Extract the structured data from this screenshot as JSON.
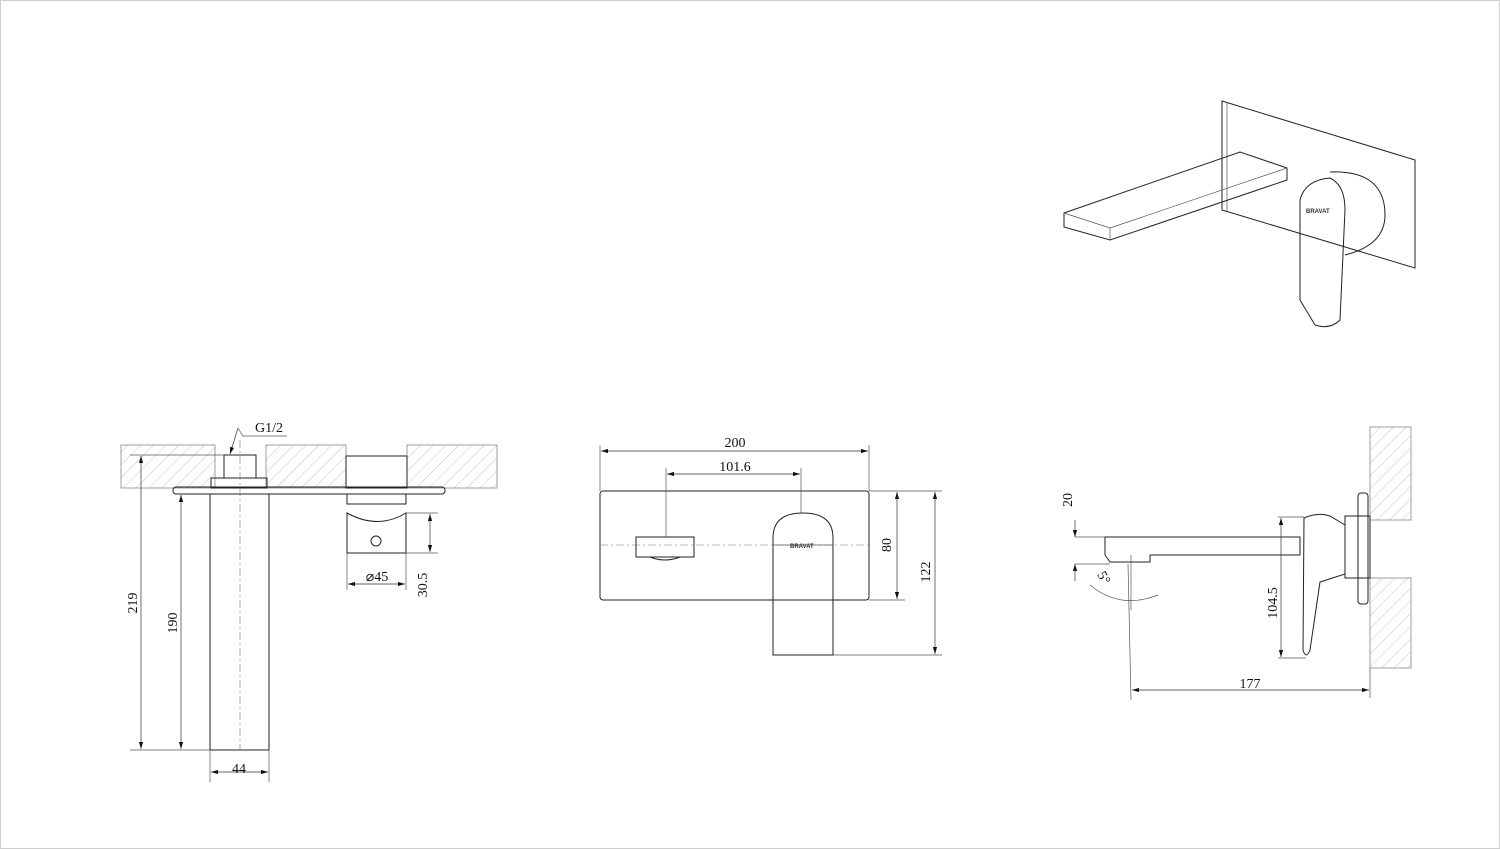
{
  "brand_logo": "BRAVAT",
  "left_view": {
    "thread_label": "G1/2",
    "dim_total_height": "219",
    "dim_spout_height": "190",
    "dim_spout_width": "44",
    "dim_cartridge_diameter": "⌀45",
    "dim_cartridge_height": "30.5"
  },
  "front_view": {
    "dim_plate_width": "200",
    "dim_center_distance": "101.6",
    "dim_plate_height": "80",
    "dim_total_height": "122"
  },
  "side_view": {
    "dim_spout_thickness": "20",
    "dim_angle": "5°",
    "dim_handle_height": "104.5",
    "dim_projection": "177"
  },
  "colors": {
    "line": "#222222",
    "hatch": "#888888",
    "background": "#ffffff"
  }
}
